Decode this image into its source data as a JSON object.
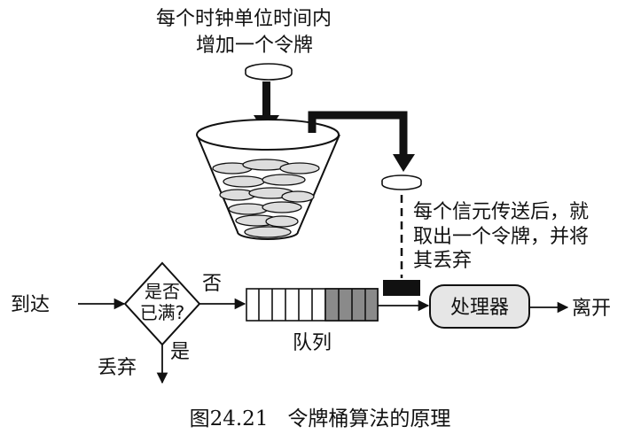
{
  "top_label": {
    "line1": "每个时钟单位时间内",
    "line2": "增加一个令牌"
  },
  "side_label": {
    "line1": "每个信元传送后，就",
    "line2": "取出一个令牌，并将",
    "line3": "其丢弃"
  },
  "arrive_label": "到达",
  "decision": {
    "line1": "是否",
    "line2": "已满?"
  },
  "no_label": "否",
  "yes_label": "是",
  "discard_label": "丢弃",
  "queue_label": "队列",
  "processor_label": "处理器",
  "leave_label": "离开",
  "caption": "图24.21   令牌桶算法的原理",
  "colors": {
    "ink": "#111111",
    "processor_fill": "#e6e6e6",
    "queue_filled": "#8a8a8a"
  }
}
